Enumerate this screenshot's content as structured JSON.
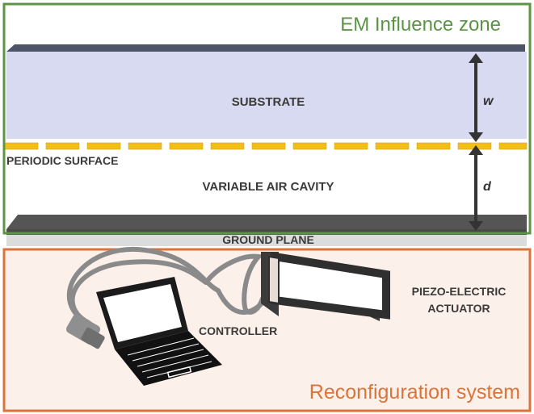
{
  "em_zone": {
    "title": "EM Influence zone",
    "border_color": "#5b9445",
    "text_color": "#5b9445"
  },
  "reconfig_zone": {
    "title": "Reconfiguration system",
    "border_color": "#d9743a",
    "text_color": "#d9743a",
    "fill": "#fcf1ea"
  },
  "layers": {
    "substrate": "SUBSTRATE",
    "periodic_surface": "PERIODIC SURFACE",
    "air_cavity": "VARIABLE AIR CAVITY",
    "ground_plane": "GROUND PLANE"
  },
  "dimensions": {
    "substrate_thickness": "w",
    "cavity_height": "d"
  },
  "components": {
    "controller": "CONTROLLER",
    "actuator_line1": "PIEZO-ELECTRIC",
    "actuator_line2": "ACTUATOR"
  },
  "colors": {
    "substrate": "#d7daf0",
    "substrate_top": "#4e5468",
    "patch": "#f2bf1a",
    "ground": "#555555",
    "arrow": "#333333"
  }
}
